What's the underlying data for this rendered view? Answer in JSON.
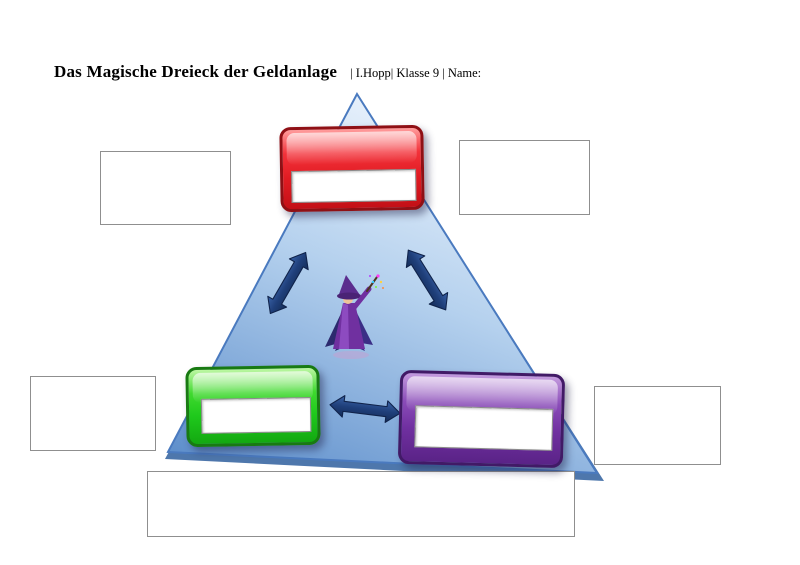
{
  "header": {
    "title": "Das Magische Dreieck der Geldanlage",
    "meta": "| I.Hopp| Klasse 9 | Name:"
  },
  "diagram": {
    "center_icon": "wizard-magician",
    "connector_icon": "double-headed-arrow",
    "triangle": {
      "fill_light": "#eaf3fc",
      "fill_dark": "#6090cc",
      "border": "#4a7abf"
    },
    "arrow_color": "#1f3f7a",
    "nodes": [
      {
        "id": "top",
        "color": "red",
        "hex": "#e8191f",
        "value": ""
      },
      {
        "id": "bottom-left",
        "color": "green",
        "hex": "#2cd326",
        "value": ""
      },
      {
        "id": "bottom-right",
        "color": "purple",
        "hex": "#7030a0",
        "value": ""
      }
    ]
  },
  "answer_boxes": [
    {
      "id": "top-left",
      "value": ""
    },
    {
      "id": "top-right",
      "value": ""
    },
    {
      "id": "left",
      "value": ""
    },
    {
      "id": "right",
      "value": ""
    },
    {
      "id": "bottom",
      "value": ""
    }
  ]
}
